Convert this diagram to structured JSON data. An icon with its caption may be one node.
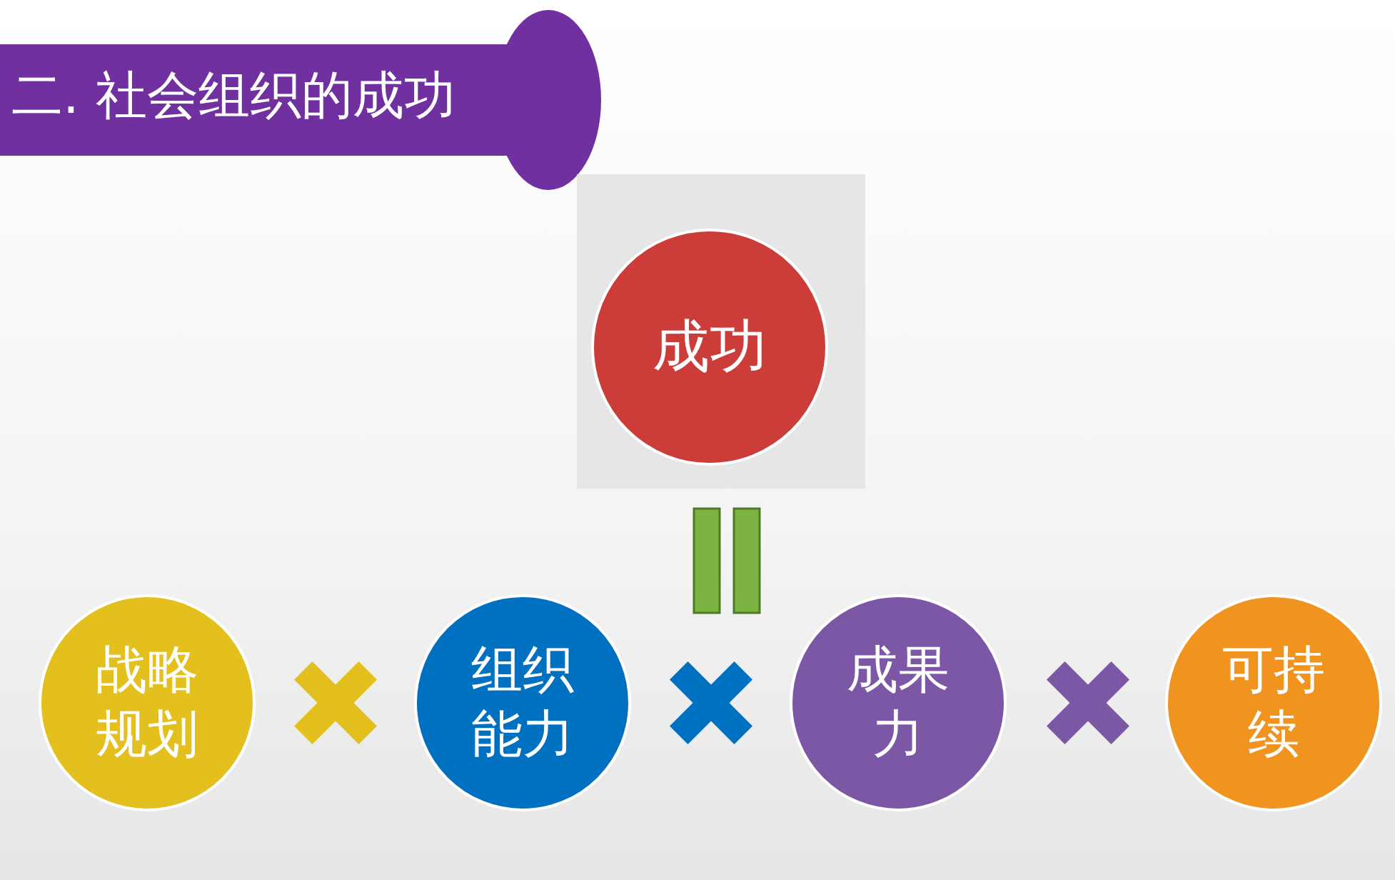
{
  "diagram": {
    "title": "二. 社会组织的成功",
    "nodes": [
      {
        "text": [
          "成功"
        ]
      },
      {
        "text": [
          "战略规划"
        ]
      },
      {
        "text": [
          "组织能力"
        ]
      },
      {
        "text": [
          "成果力"
        ]
      },
      {
        "text": [
          "可持续"
        ]
      }
    ]
  }
}
